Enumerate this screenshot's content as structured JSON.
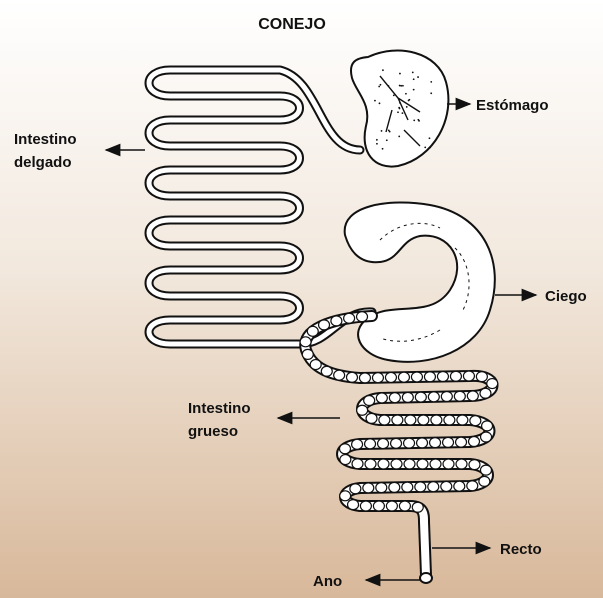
{
  "title": "CONEJO",
  "labels": {
    "stomach": "Estómago",
    "small_intestine_line1": "Intestino",
    "small_intestine_line2": "delgado",
    "cecum": "Ciego",
    "large_intestine_line1": "Intestino",
    "large_intestine_line2": "grueso",
    "rectum": "Recto",
    "anus": "Ano"
  },
  "colors": {
    "background_top": "#ffffff",
    "background_bottom": "#d8b89a",
    "ink": "#111111",
    "organ_fill": "#ffffff"
  }
}
